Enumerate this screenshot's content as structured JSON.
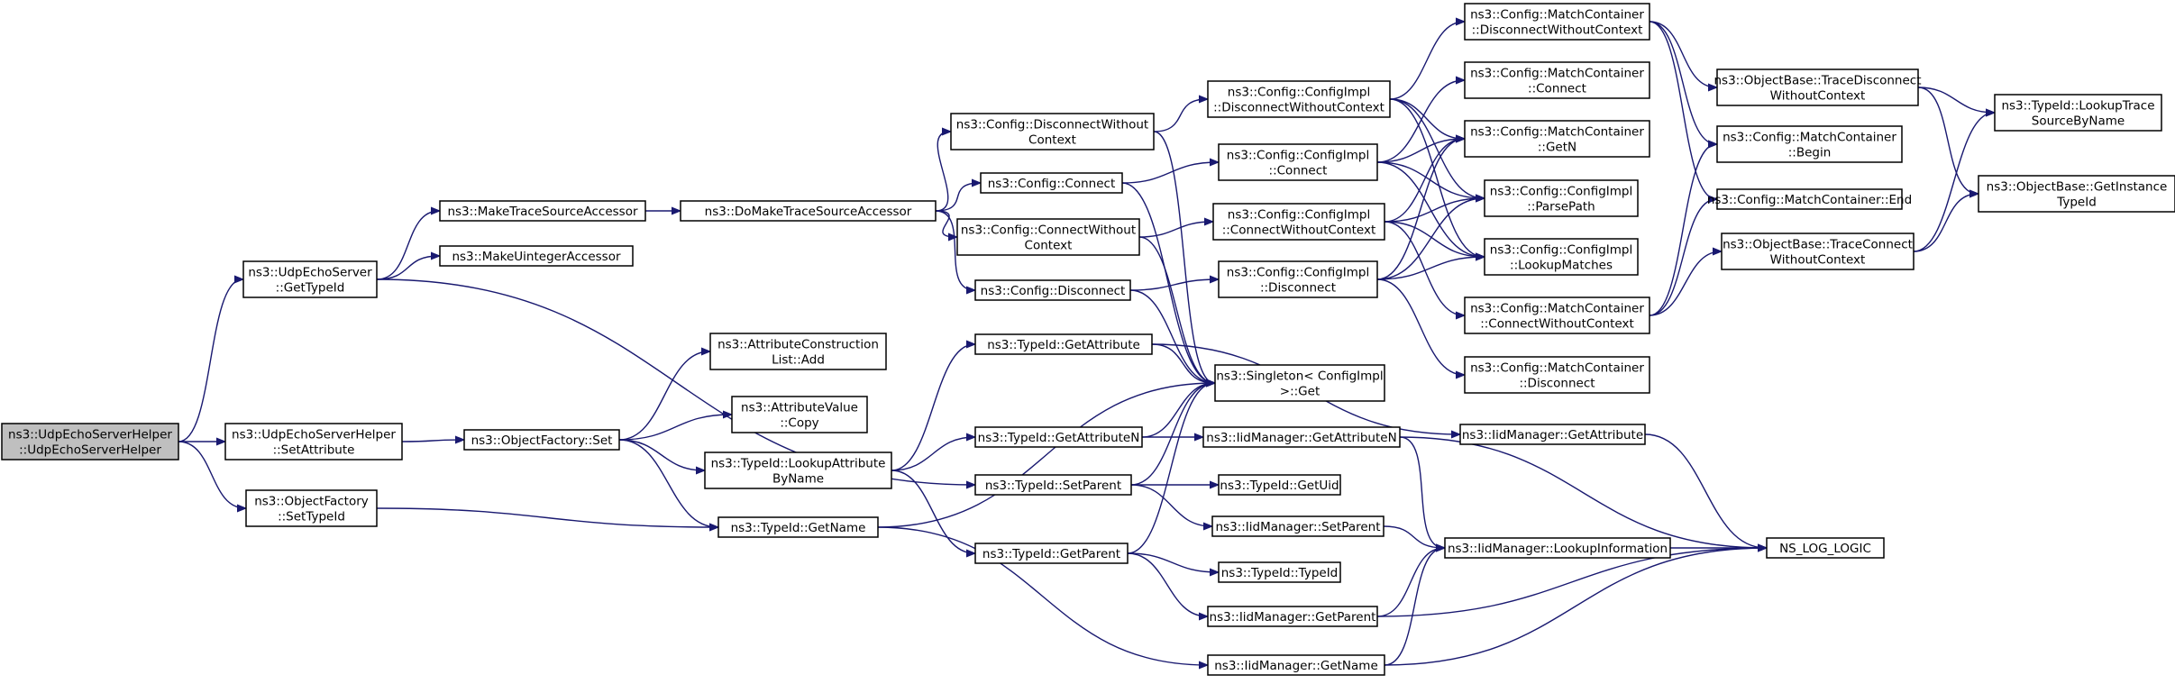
{
  "colors": {
    "edge": "#191970",
    "root_fill": "#bfbfbf",
    "node_fill": "#ffffff",
    "border": "#000000"
  },
  "nodes": [
    {
      "id": "n0",
      "lines": [
        "ns3::UdpEchoServerHelper",
        "::UdpEchoServerHelper"
      ]
    },
    {
      "id": "n1",
      "lines": [
        "ns3::UdpEchoServer",
        "::GetTypeId"
      ]
    },
    {
      "id": "n2",
      "lines": [
        "ns3::UdpEchoServerHelper",
        "::SetAttribute"
      ]
    },
    {
      "id": "n3",
      "lines": [
        "ns3::ObjectFactory",
        "::SetTypeId"
      ]
    },
    {
      "id": "n4",
      "lines": [
        "ns3::MakeTraceSourceAccessor"
      ]
    },
    {
      "id": "n5",
      "lines": [
        "ns3::MakeUintegerAccessor"
      ]
    },
    {
      "id": "n6",
      "lines": [
        "ns3::ObjectFactory::Set"
      ]
    },
    {
      "id": "n7",
      "lines": [
        "ns3::DoMakeTraceSourceAccessor"
      ]
    },
    {
      "id": "n8",
      "lines": [
        "ns3::AttributeConstruction",
        "List::Add"
      ]
    },
    {
      "id": "n9",
      "lines": [
        "ns3::AttributeValue",
        "::Copy"
      ]
    },
    {
      "id": "n10",
      "lines": [
        "ns3::TypeId::LookupAttribute",
        "ByName"
      ]
    },
    {
      "id": "n11",
      "lines": [
        "ns3::TypeId::GetName"
      ]
    },
    {
      "id": "n12",
      "lines": [
        "ns3::Config::DisconnectWithout",
        "Context"
      ]
    },
    {
      "id": "n13",
      "lines": [
        "ns3::Config::Connect"
      ]
    },
    {
      "id": "n14",
      "lines": [
        "ns3::Config::ConnectWithout",
        "Context"
      ]
    },
    {
      "id": "n15",
      "lines": [
        "ns3::Config::Disconnect"
      ]
    },
    {
      "id": "n16",
      "lines": [
        "ns3::TypeId::GetAttribute"
      ]
    },
    {
      "id": "n17",
      "lines": [
        "ns3::TypeId::GetAttributeN"
      ]
    },
    {
      "id": "n18",
      "lines": [
        "ns3::TypeId::SetParent"
      ]
    },
    {
      "id": "n19",
      "lines": [
        "ns3::TypeId::GetParent"
      ]
    },
    {
      "id": "n20",
      "lines": [
        "ns3::Config::ConfigImpl",
        "::DisconnectWithoutContext"
      ]
    },
    {
      "id": "n21",
      "lines": [
        "ns3::Config::ConfigImpl",
        "::Connect"
      ]
    },
    {
      "id": "n22",
      "lines": [
        "ns3::Config::ConfigImpl",
        "::ConnectWithoutContext"
      ]
    },
    {
      "id": "n23",
      "lines": [
        "ns3::Config::ConfigImpl",
        "::Disconnect"
      ]
    },
    {
      "id": "n24",
      "lines": [
        "ns3::Singleton< ConfigImpl",
        " >::Get"
      ]
    },
    {
      "id": "n25",
      "lines": [
        "ns3::IidManager::GetAttributeN"
      ]
    },
    {
      "id": "n26",
      "lines": [
        "ns3::TypeId::GetUid"
      ]
    },
    {
      "id": "n27",
      "lines": [
        "ns3::IidManager::SetParent"
      ]
    },
    {
      "id": "n28",
      "lines": [
        "ns3::TypeId::TypeId"
      ]
    },
    {
      "id": "n29",
      "lines": [
        "ns3::IidManager::GetParent"
      ]
    },
    {
      "id": "n30",
      "lines": [
        "ns3::IidManager::GetName"
      ]
    },
    {
      "id": "n31",
      "lines": [
        "ns3::Config::MatchContainer",
        "::DisconnectWithoutContext"
      ]
    },
    {
      "id": "n32",
      "lines": [
        "ns3::Config::MatchContainer",
        "::Connect"
      ]
    },
    {
      "id": "n33",
      "lines": [
        "ns3::Config::MatchContainer",
        "::GetN"
      ]
    },
    {
      "id": "n34",
      "lines": [
        "ns3::Config::ConfigImpl",
        "::ParsePath"
      ]
    },
    {
      "id": "n35",
      "lines": [
        "ns3::Config::ConfigImpl",
        "::LookupMatches"
      ]
    },
    {
      "id": "n36",
      "lines": [
        "ns3::Config::MatchContainer",
        "::ConnectWithoutContext"
      ]
    },
    {
      "id": "n37",
      "lines": [
        "ns3::Config::MatchContainer",
        "::Disconnect"
      ]
    },
    {
      "id": "n38",
      "lines": [
        "ns3::IidManager::GetAttribute"
      ]
    },
    {
      "id": "n39",
      "lines": [
        "ns3::IidManager::LookupInformation"
      ]
    },
    {
      "id": "n40",
      "lines": [
        "ns3::ObjectBase::TraceDisconnect",
        "WithoutContext"
      ]
    },
    {
      "id": "n41",
      "lines": [
        "ns3::Config::MatchContainer",
        "::Begin"
      ]
    },
    {
      "id": "n42",
      "lines": [
        "ns3::Config::MatchContainer::End"
      ]
    },
    {
      "id": "n43",
      "lines": [
        "ns3::ObjectBase::TraceConnect",
        "WithoutContext"
      ]
    },
    {
      "id": "n44",
      "lines": [
        "NS_LOG_LOGIC"
      ]
    },
    {
      "id": "n45",
      "lines": [
        "ns3::TypeId::LookupTrace",
        "SourceByName"
      ]
    },
    {
      "id": "n46",
      "lines": [
        "ns3::ObjectBase::GetInstance",
        "TypeId"
      ]
    }
  ],
  "edges": [
    [
      "n0",
      "n1"
    ],
    [
      "n0",
      "n2"
    ],
    [
      "n0",
      "n3"
    ],
    [
      "n1",
      "n4"
    ],
    [
      "n1",
      "n5"
    ],
    [
      "n1",
      "n18"
    ],
    [
      "n2",
      "n6"
    ],
    [
      "n3",
      "n11"
    ],
    [
      "n4",
      "n7"
    ],
    [
      "n6",
      "n8"
    ],
    [
      "n6",
      "n9"
    ],
    [
      "n6",
      "n10"
    ],
    [
      "n6",
      "n11"
    ],
    [
      "n7",
      "n12"
    ],
    [
      "n7",
      "n13"
    ],
    [
      "n7",
      "n14"
    ],
    [
      "n7",
      "n15"
    ],
    [
      "n10",
      "n16"
    ],
    [
      "n10",
      "n17"
    ],
    [
      "n10",
      "n19"
    ],
    [
      "n11",
      "n24"
    ],
    [
      "n11",
      "n30"
    ],
    [
      "n12",
      "n20"
    ],
    [
      "n12",
      "n24"
    ],
    [
      "n13",
      "n21"
    ],
    [
      "n13",
      "n24"
    ],
    [
      "n14",
      "n22"
    ],
    [
      "n14",
      "n24"
    ],
    [
      "n15",
      "n23"
    ],
    [
      "n15",
      "n24"
    ],
    [
      "n16",
      "n24"
    ],
    [
      "n16",
      "n38"
    ],
    [
      "n17",
      "n24"
    ],
    [
      "n17",
      "n25"
    ],
    [
      "n18",
      "n24"
    ],
    [
      "n18",
      "n26"
    ],
    [
      "n18",
      "n27"
    ],
    [
      "n19",
      "n24"
    ],
    [
      "n19",
      "n28"
    ],
    [
      "n19",
      "n29"
    ],
    [
      "n20",
      "n31"
    ],
    [
      "n20",
      "n33"
    ],
    [
      "n20",
      "n34"
    ],
    [
      "n20",
      "n35"
    ],
    [
      "n21",
      "n32"
    ],
    [
      "n21",
      "n33"
    ],
    [
      "n21",
      "n34"
    ],
    [
      "n21",
      "n35"
    ],
    [
      "n22",
      "n33"
    ],
    [
      "n22",
      "n34"
    ],
    [
      "n22",
      "n35"
    ],
    [
      "n22",
      "n36"
    ],
    [
      "n23",
      "n33"
    ],
    [
      "n23",
      "n34"
    ],
    [
      "n23",
      "n35"
    ],
    [
      "n23",
      "n37"
    ],
    [
      "n25",
      "n39"
    ],
    [
      "n25",
      "n44"
    ],
    [
      "n27",
      "n39"
    ],
    [
      "n29",
      "n39"
    ],
    [
      "n29",
      "n44"
    ],
    [
      "n30",
      "n39"
    ],
    [
      "n30",
      "n44"
    ],
    [
      "n31",
      "n40"
    ],
    [
      "n31",
      "n41"
    ],
    [
      "n31",
      "n42"
    ],
    [
      "n36",
      "n41"
    ],
    [
      "n36",
      "n42"
    ],
    [
      "n36",
      "n43"
    ],
    [
      "n38",
      "n44"
    ],
    [
      "n39",
      "n44"
    ],
    [
      "n40",
      "n45"
    ],
    [
      "n40",
      "n46"
    ],
    [
      "n43",
      "n45"
    ],
    [
      "n43",
      "n46"
    ]
  ]
}
